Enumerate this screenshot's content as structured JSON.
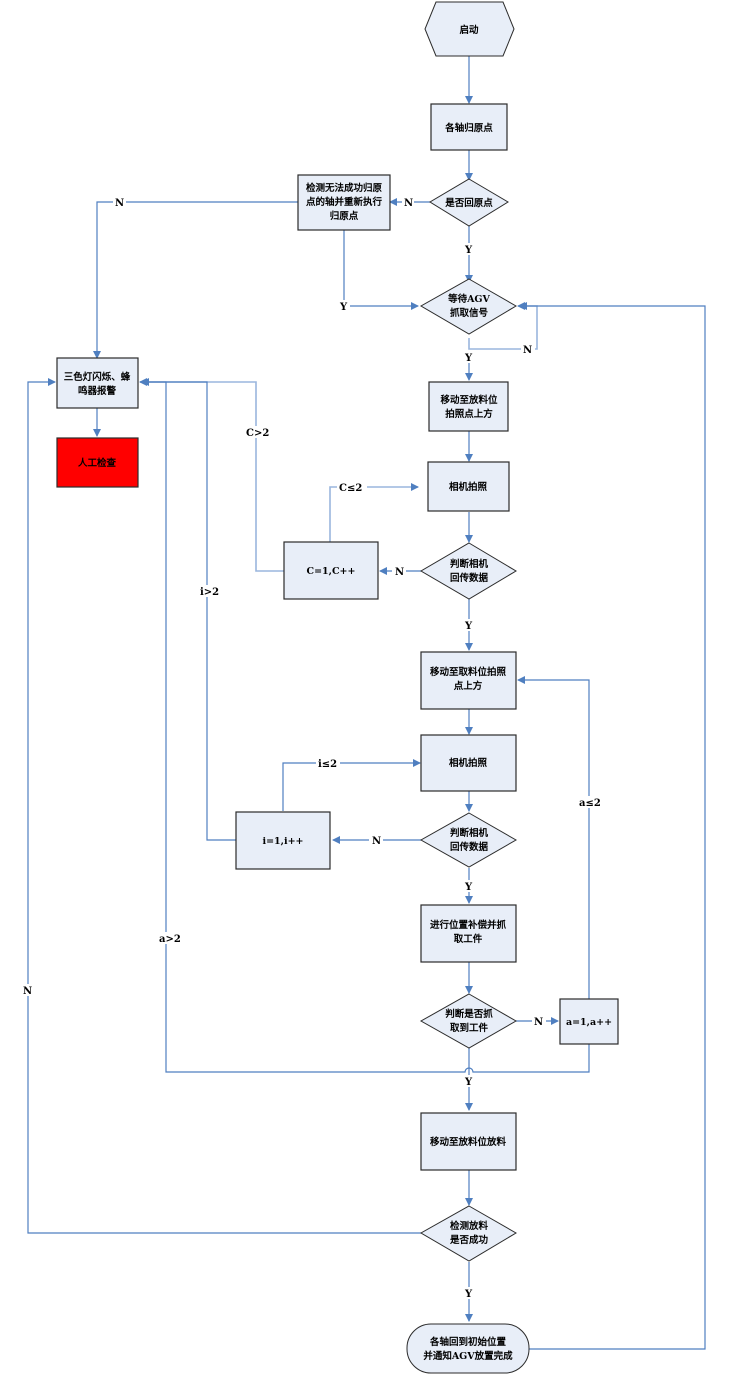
{
  "diagram": {
    "type": "flowchart",
    "colors": {
      "node_fill": "#e8eef8",
      "node_border": "#2b2b2b",
      "connector": "#4f7fc0",
      "alert_fill": "#ff0000"
    },
    "nodes": {
      "start": {
        "shape": "hexagon",
        "lines": [
          "启动"
        ]
      },
      "home_axes": {
        "shape": "process",
        "lines": [
          "各轴归原点"
        ]
      },
      "check_home": {
        "shape": "decision",
        "lines": [
          "是否回原点"
        ]
      },
      "rehome": {
        "shape": "process",
        "lines": [
          "检测无法成功归原",
          "点的轴并重新执行",
          "归原点"
        ]
      },
      "alarm": {
        "shape": "process",
        "lines": [
          "三色灯闪烁、蜂",
          "鸣器报警"
        ]
      },
      "manual_check": {
        "shape": "process-alert",
        "lines": [
          "人工检查"
        ]
      },
      "wait_agv": {
        "shape": "decision",
        "lines": [
          "等待AGV",
          "抓取信号"
        ]
      },
      "move_place_photo": {
        "shape": "process",
        "lines": [
          "移动至放料位",
          "拍照点上方"
        ]
      },
      "camera_1": {
        "shape": "process",
        "lines": [
          "相机拍照"
        ]
      },
      "judge_camera_1": {
        "shape": "decision",
        "lines": [
          "判断相机",
          "回传数据"
        ]
      },
      "counter_c": {
        "shape": "process",
        "lines": [
          "C=1,C++"
        ]
      },
      "move_pick_photo": {
        "shape": "process",
        "lines": [
          "移动至取料位拍照",
          "点上方"
        ]
      },
      "camera_2": {
        "shape": "process",
        "lines": [
          "相机拍照"
        ]
      },
      "judge_camera_2": {
        "shape": "decision",
        "lines": [
          "判断相机",
          "回传数据"
        ]
      },
      "counter_i": {
        "shape": "process",
        "lines": [
          "i=1,i++"
        ]
      },
      "compensate_pick": {
        "shape": "process",
        "lines": [
          "进行位置补偿并抓",
          "取工件"
        ]
      },
      "judge_picked": {
        "shape": "decision",
        "lines": [
          "判断是否抓",
          "取到工件"
        ]
      },
      "counter_a": {
        "shape": "process",
        "lines": [
          "a=1,a++"
        ]
      },
      "move_place": {
        "shape": "process",
        "lines": [
          "移动至放料位放料"
        ]
      },
      "check_place": {
        "shape": "decision",
        "lines": [
          "检测放料",
          "是否成功"
        ]
      },
      "finish": {
        "shape": "terminator",
        "lines": [
          "各轴回到初始位置",
          "并通知AGV放置完成"
        ]
      }
    },
    "edges": [
      {
        "from": "start",
        "to": "home_axes",
        "label": ""
      },
      {
        "from": "home_axes",
        "to": "check_home",
        "label": ""
      },
      {
        "from": "check_home",
        "to": "rehome",
        "label": "N"
      },
      {
        "from": "check_home",
        "to": "wait_agv",
        "label": "Y"
      },
      {
        "from": "rehome",
        "to": "alarm",
        "label": "N"
      },
      {
        "from": "rehome",
        "to": "wait_agv",
        "label": "Y"
      },
      {
        "from": "wait_agv",
        "to": "wait_agv",
        "label": "N"
      },
      {
        "from": "wait_agv",
        "to": "move_place_photo",
        "label": "Y"
      },
      {
        "from": "alarm",
        "to": "manual_check",
        "label": ""
      },
      {
        "from": "move_place_photo",
        "to": "camera_1",
        "label": ""
      },
      {
        "from": "camera_1",
        "to": "judge_camera_1",
        "label": ""
      },
      {
        "from": "judge_camera_1",
        "to": "counter_c",
        "label": "N"
      },
      {
        "from": "counter_c",
        "to": "camera_1",
        "label": "C≤2"
      },
      {
        "from": "counter_c",
        "to": "alarm",
        "label": "C>2"
      },
      {
        "from": "judge_camera_1",
        "to": "move_pick_photo",
        "label": "Y"
      },
      {
        "from": "move_pick_photo",
        "to": "camera_2",
        "label": ""
      },
      {
        "from": "camera_2",
        "to": "judge_camera_2",
        "label": ""
      },
      {
        "from": "judge_camera_2",
        "to": "counter_i",
        "label": "N"
      },
      {
        "from": "counter_i",
        "to": "camera_2",
        "label": "i≤2"
      },
      {
        "from": "counter_i",
        "to": "alarm",
        "label": "i>2"
      },
      {
        "from": "judge_camera_2",
        "to": "compensate_pick",
        "label": "Y"
      },
      {
        "from": "compensate_pick",
        "to": "judge_picked",
        "label": ""
      },
      {
        "from": "judge_picked",
        "to": "counter_a",
        "label": "N"
      },
      {
        "from": "counter_a",
        "to": "move_pick_photo",
        "label": "a≤2"
      },
      {
        "from": "counter_a",
        "to": "alarm",
        "label": "a>2"
      },
      {
        "from": "judge_picked",
        "to": "move_place",
        "label": "Y"
      },
      {
        "from": "move_place",
        "to": "check_place",
        "label": ""
      },
      {
        "from": "check_place",
        "to": "alarm",
        "label": "N"
      },
      {
        "from": "check_place",
        "to": "finish",
        "label": "Y"
      },
      {
        "from": "finish",
        "to": "wait_agv",
        "label": ""
      }
    ]
  }
}
